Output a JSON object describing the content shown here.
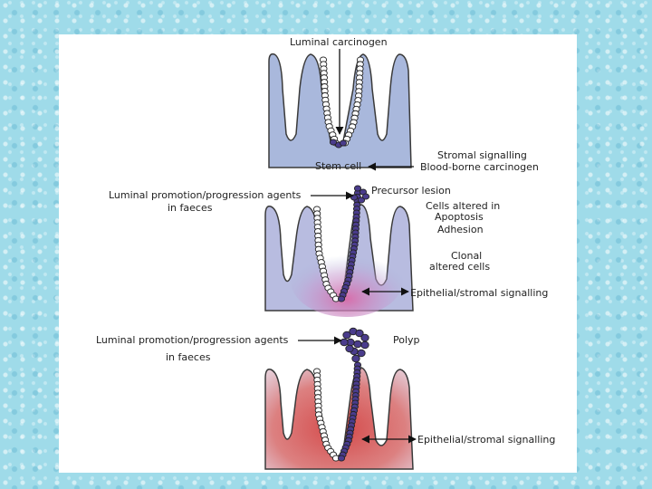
{
  "colors": {
    "background": "#9fdbe9",
    "crypt_blue": "#a9b8dc",
    "crypt_outline": "#3a3a3a",
    "normal_cell": "#ffffff",
    "altered_cell": "#4a3c8c",
    "stromal_pink": "#d96aa8",
    "polyp_red": "#d44848"
  },
  "icons": [
    "arrow-down-icon",
    "arrow-left-icon",
    "arrow-right-icon",
    "double-arrow-icon"
  ],
  "panels": [
    {
      "name": "normal-crypt",
      "labels": {
        "luminal_carcinogen": "Luminal carcinogen",
        "stem_cell": "Stem cell",
        "stromal_signalling": "Stromal signalling",
        "blood_borne": "Blood-borne carcinogen"
      }
    },
    {
      "name": "precursor-lesion",
      "labels": {
        "luminal_promotion_1": "Luminal promotion/progression agents",
        "luminal_promotion_2": "in faeces",
        "precursor": "Precursor lesion",
        "cells_altered": "Cells altered in",
        "apoptosis": "Apoptosis",
        "adhesion": "Adhesion",
        "clonal": "Clonal",
        "altered_cells": "altered cells",
        "signalling": "Epithelial/stromal signalling"
      }
    },
    {
      "name": "polyp",
      "labels": {
        "luminal_promotion_1": "Luminal promotion/progression agents",
        "luminal_promotion_2": "in faeces",
        "polyp": "Polyp",
        "signalling": "Epithelial/stromal signalling"
      }
    }
  ]
}
